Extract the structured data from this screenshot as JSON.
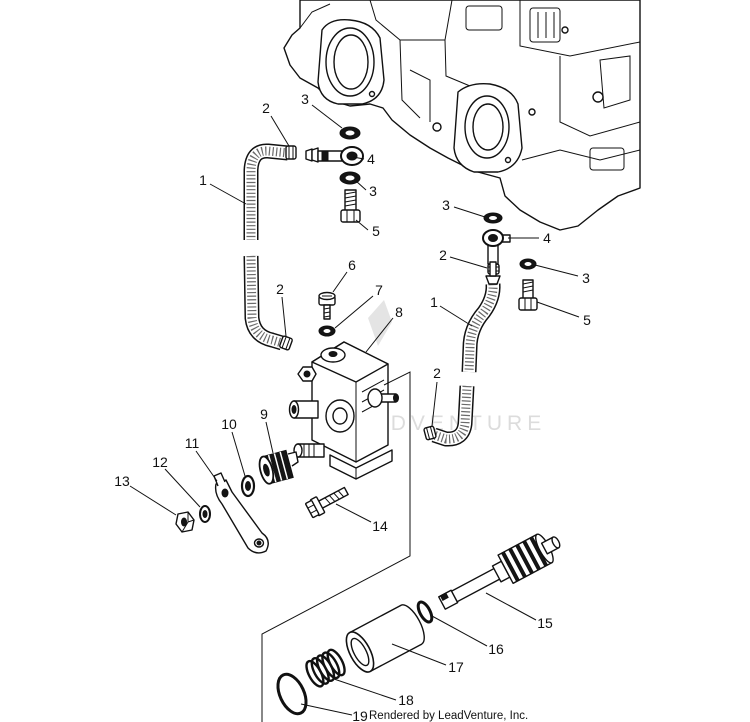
{
  "diagram": {
    "callouts": [
      "2",
      "3",
      "4",
      "3",
      "1",
      "5",
      "3",
      "4",
      "2",
      "3",
      "5",
      "6",
      "7",
      "8",
      "2",
      "1",
      "2",
      "9",
      "10",
      "11",
      "12",
      "13",
      "14",
      "15",
      "16",
      "17",
      "18",
      "19"
    ],
    "credit": "Rendered by LeadVenture, Inc.",
    "watermark": "LEADVENTURE"
  }
}
